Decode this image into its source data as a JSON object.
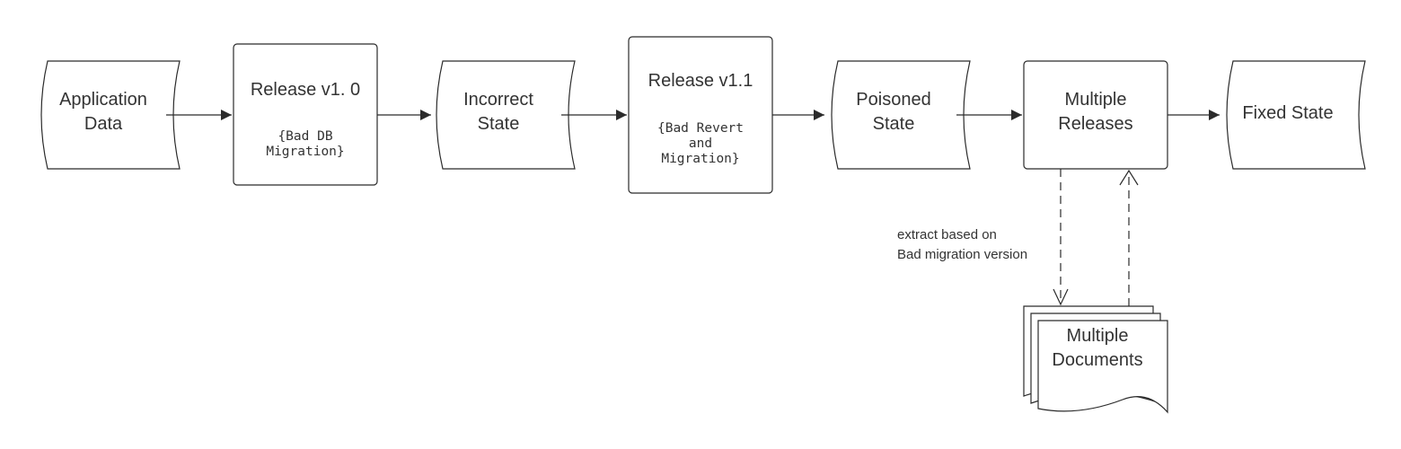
{
  "nodes": {
    "application_data": {
      "line1": "Application",
      "line2": "Data"
    },
    "release_v10": {
      "title": "Release v1. 0",
      "note_line1": "{Bad DB",
      "note_line2": "Migration}"
    },
    "incorrect_state": {
      "line1": "Incorrect",
      "line2": "State"
    },
    "release_v11": {
      "title": "Release v1.1",
      "note_line1": "{Bad Revert",
      "note_line2": "and",
      "note_line3": "Migration}"
    },
    "poisoned_state": {
      "line1": "Poisoned",
      "line2": "State"
    },
    "multiple_releases": {
      "line1": "Multiple",
      "line2": "Releases"
    },
    "fixed_state": {
      "line1": "Fixed State"
    },
    "multiple_documents": {
      "line1": "Multiple",
      "line2": "Documents"
    }
  },
  "edges": {
    "extract_label_line1": "extract based on",
    "extract_label_line2": "Bad migration version"
  },
  "colors": {
    "stroke": "#2b2b2b",
    "text": "#333333",
    "background": "#ffffff"
  }
}
